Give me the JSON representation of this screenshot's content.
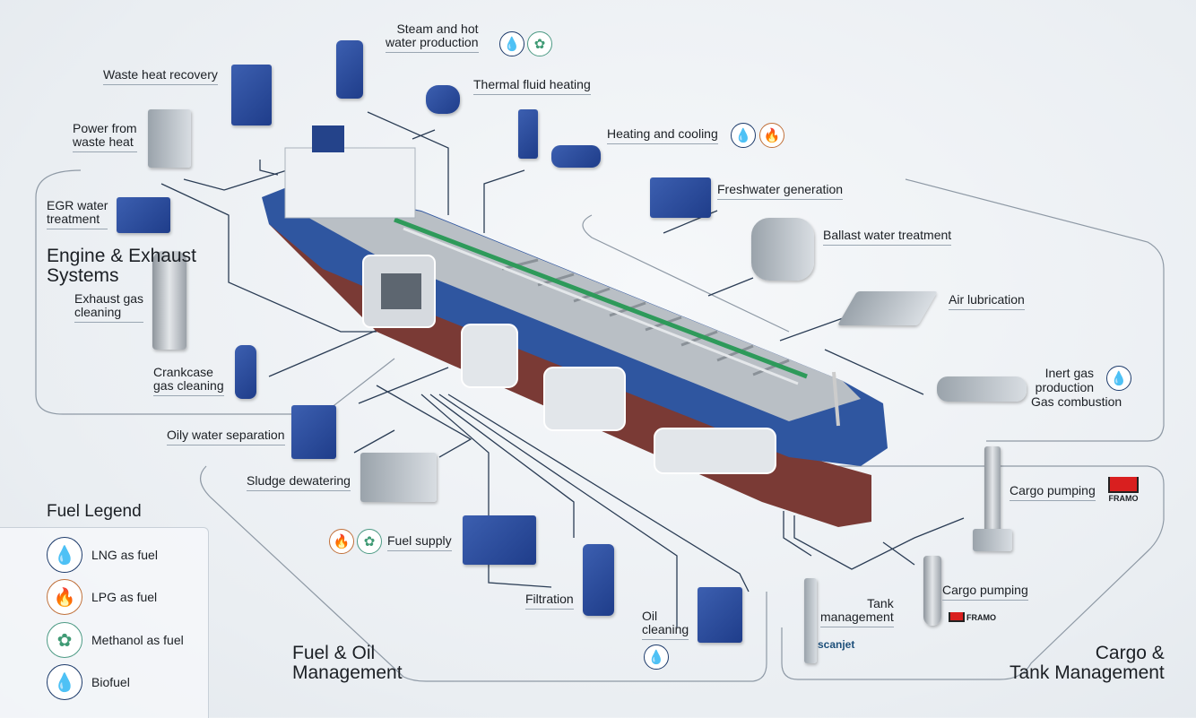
{
  "sections": {
    "engine": "Engine & Exhaust Systems",
    "engine_l1": "Engine & Exhaust",
    "engine_l2": "Systems",
    "fuel_l1": "Fuel & Oil",
    "fuel_l2": "Management",
    "cargo_l1": "Cargo &",
    "cargo_l2": "Tank Management"
  },
  "labels": {
    "steam_l1": "Steam and hot",
    "steam_l2": "water production",
    "waste_heat_recovery": "Waste heat recovery",
    "thermal_fluid": "Thermal fluid heating",
    "power_l1": "Power from",
    "power_l2": "waste heat",
    "heating_cooling": "Heating and cooling",
    "freshwater": "Freshwater generation",
    "egr_l1": "EGR water",
    "egr_l2": "treatment",
    "ballast": "Ballast water treatment",
    "exhaust_l1": "Exhaust gas",
    "exhaust_l2": "cleaning",
    "air_lubrication": "Air lubrication",
    "crankcase_l1": "Crankcase",
    "crankcase_l2": "gas cleaning",
    "inert_l1": "Inert gas",
    "inert_l2": "production",
    "inert_l3": "Gas combustion",
    "oily_water": "Oily water separation",
    "sludge": "Sludge dewatering",
    "cargo_pumping_1": "Cargo pumping",
    "fuel_supply": "Fuel supply",
    "cargo_pumping_2": "Cargo pumping",
    "filtration": "Filtration",
    "tank_l1": "Tank",
    "tank_l2": "management",
    "oil_l1": "Oil",
    "oil_l2": "cleaning"
  },
  "logos": {
    "framo": "FRAMO",
    "scanjet": "scanjet"
  },
  "legend": {
    "title": "Fuel Legend",
    "items": [
      {
        "label": "LNG as fuel",
        "icon": "lng-flame-icon"
      },
      {
        "label": "LPG as fuel",
        "icon": "lpg-flame-icon"
      },
      {
        "label": "Methanol as fuel",
        "icon": "methanol-leaf-icon"
      },
      {
        "label": "Biofuel",
        "icon": "biofuel-drop-icon"
      }
    ]
  },
  "colors": {
    "hull_blue": "#2f56a0",
    "hull_red": "#7a3a35",
    "deck": "#b9bfc5",
    "pipes": "#2e9a5a",
    "lng": "#4a5de0",
    "lpg": "#e0702a",
    "methanol": "#3f9a74",
    "framo": "#d91f1f"
  }
}
